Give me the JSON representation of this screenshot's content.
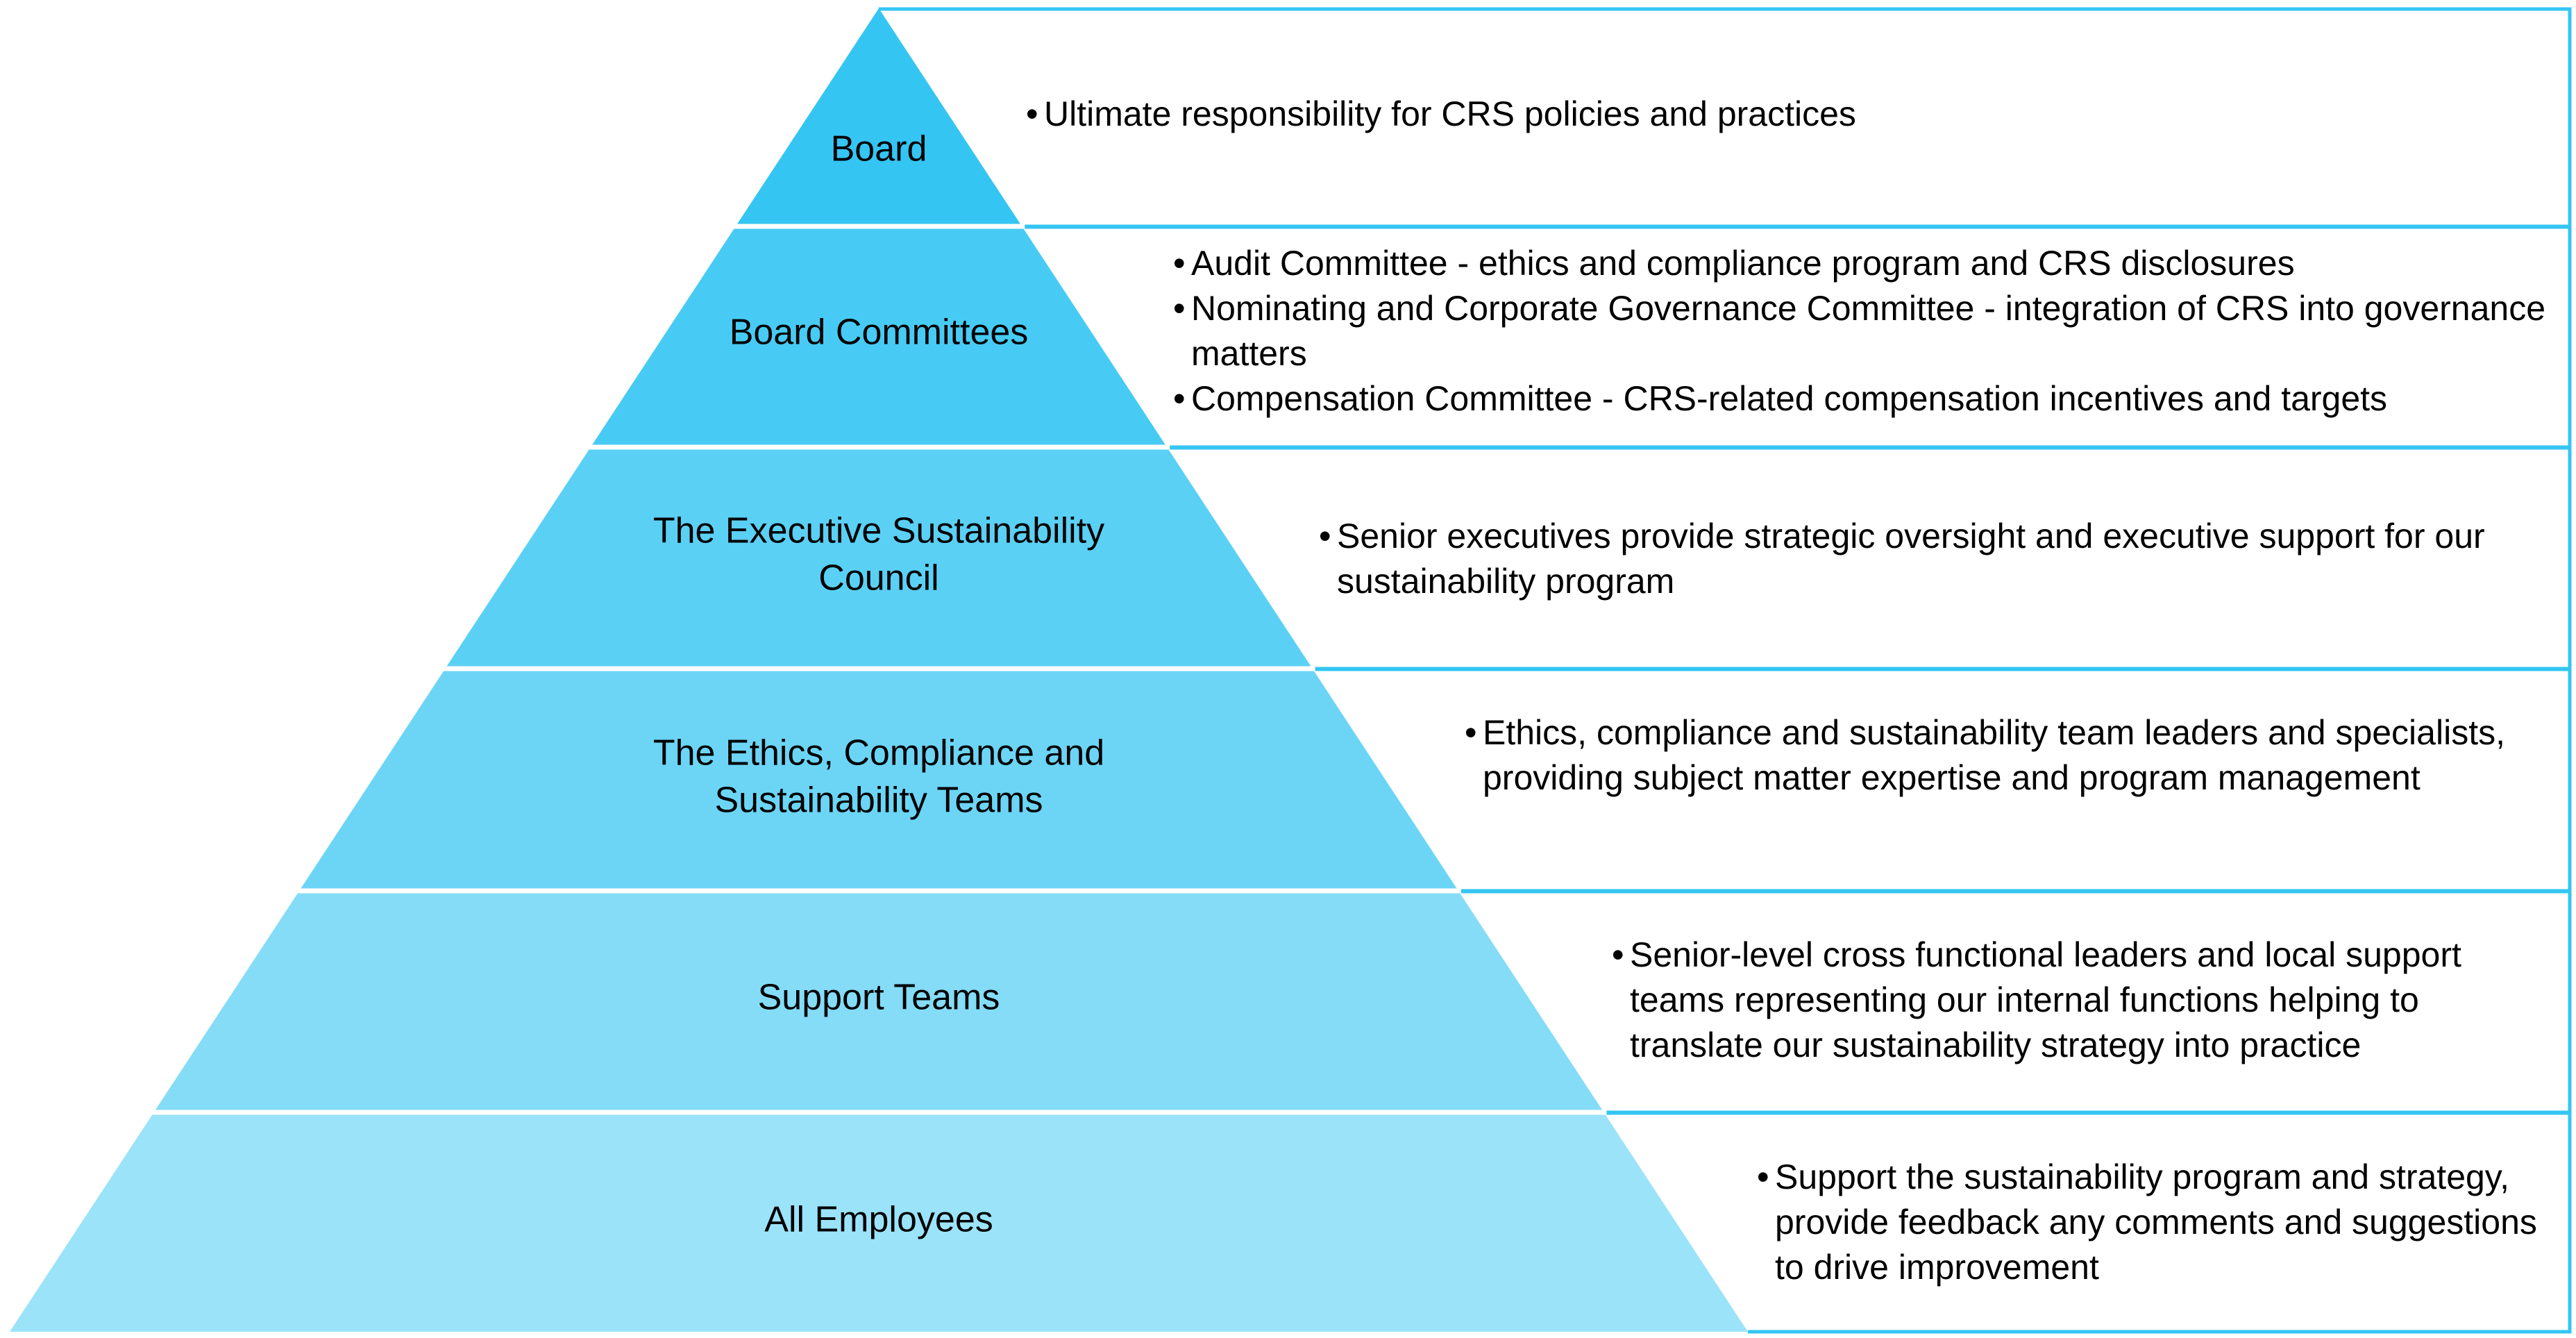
{
  "colors": {
    "tier_fills": [
      "#34c5f3",
      "#47cbf4",
      "#5bd0f5",
      "#6cd5f6",
      "#84dcf7",
      "#9be3f9"
    ],
    "divider": "#ffffff",
    "box_border": "#34c5f3"
  },
  "tiers": [
    {
      "label_lines": [
        "Board"
      ],
      "bullets": [
        "Ultimate responsibility for CRS policies and practices"
      ]
    },
    {
      "label_lines": [
        "Board Committees"
      ],
      "bullets": [
        "Audit Committee - ethics and compliance program and CRS disclosures",
        "Nominating and Corporate Governance Committee - integration of CRS into governance matters",
        "Compensation Committee - CRS-related compensation incentives and targets"
      ]
    },
    {
      "label_lines": [
        "The Executive Sustainability",
        "Council"
      ],
      "bullets": [
        "Senior executives provide strategic oversight and executive support for our sustainability program"
      ]
    },
    {
      "label_lines": [
        "The Ethics, Compliance and",
        "Sustainability Teams"
      ],
      "bullets": [
        "Ethics, compliance and sustainability team leaders and specialists, providing subject matter expertise and program management"
      ]
    },
    {
      "label_lines": [
        "Support Teams"
      ],
      "bullets": [
        "Senior-level cross functional leaders and local support teams representing our internal functions helping to translate our sustainability strategy into practice"
      ]
    },
    {
      "label_lines": [
        "All Employees"
      ],
      "bullets": [
        "Support the sustainability program and strategy, provide feedback any comments and suggestions to drive improvement"
      ]
    }
  ]
}
